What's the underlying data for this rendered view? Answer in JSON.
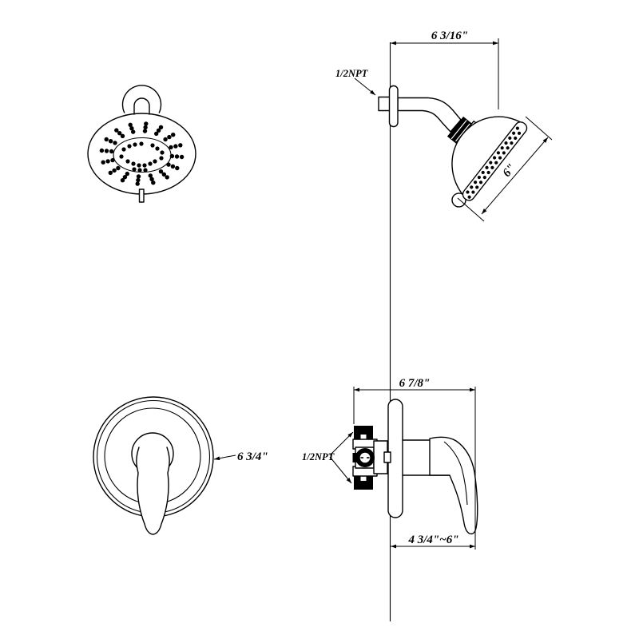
{
  "drawing": {
    "paper_color": "#ffffff",
    "ink_color": "#000000",
    "labels": {
      "arm_length": "6  3/16\"",
      "arm_thread": "1/2NPT",
      "head_face_diameter": "6\"",
      "valve_overall_width": "6  7/8\"",
      "valve_thread": "1/2NPT",
      "trim_plate_diameter": "6  3/4\"",
      "handle_projection": "4  3/4\"~6\""
    }
  }
}
